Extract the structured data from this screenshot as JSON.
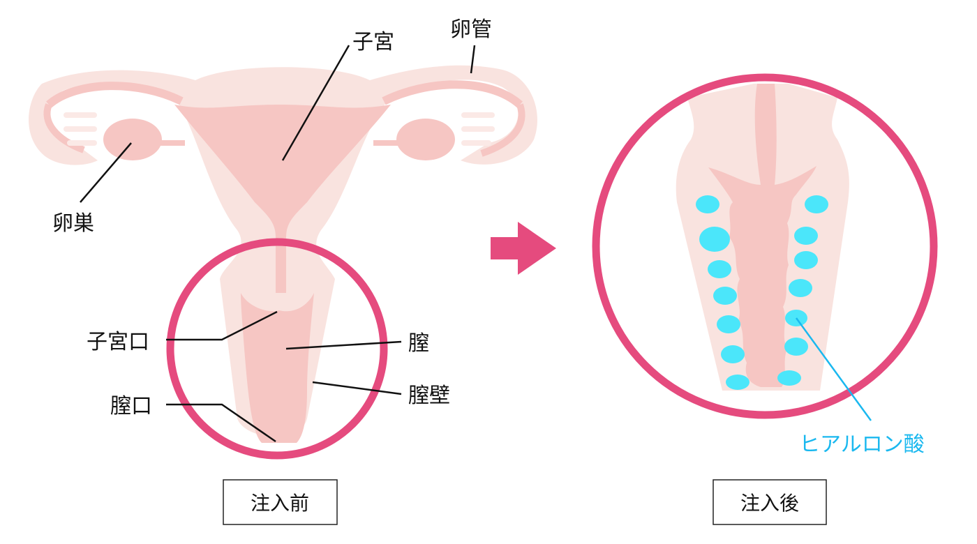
{
  "labels": {
    "uterus": "子宮",
    "fallopian_tube": "卵管",
    "ovary": "卵巣",
    "cervix": "子宮口",
    "vagina": "膣",
    "vaginal_wall": "膣壁",
    "vaginal_opening": "膣口",
    "hyaluronic_acid": "ヒアルロン酸"
  },
  "captions": {
    "before": "注入前",
    "after": "注入後"
  },
  "colors": {
    "circle": "#e54b7e",
    "arrow": "#e54b7e",
    "tissue_light": "#f9e3df",
    "tissue_mid": "#f6c6c3",
    "filler": "#4be6fa",
    "filler_label": "#1ab8ef"
  }
}
